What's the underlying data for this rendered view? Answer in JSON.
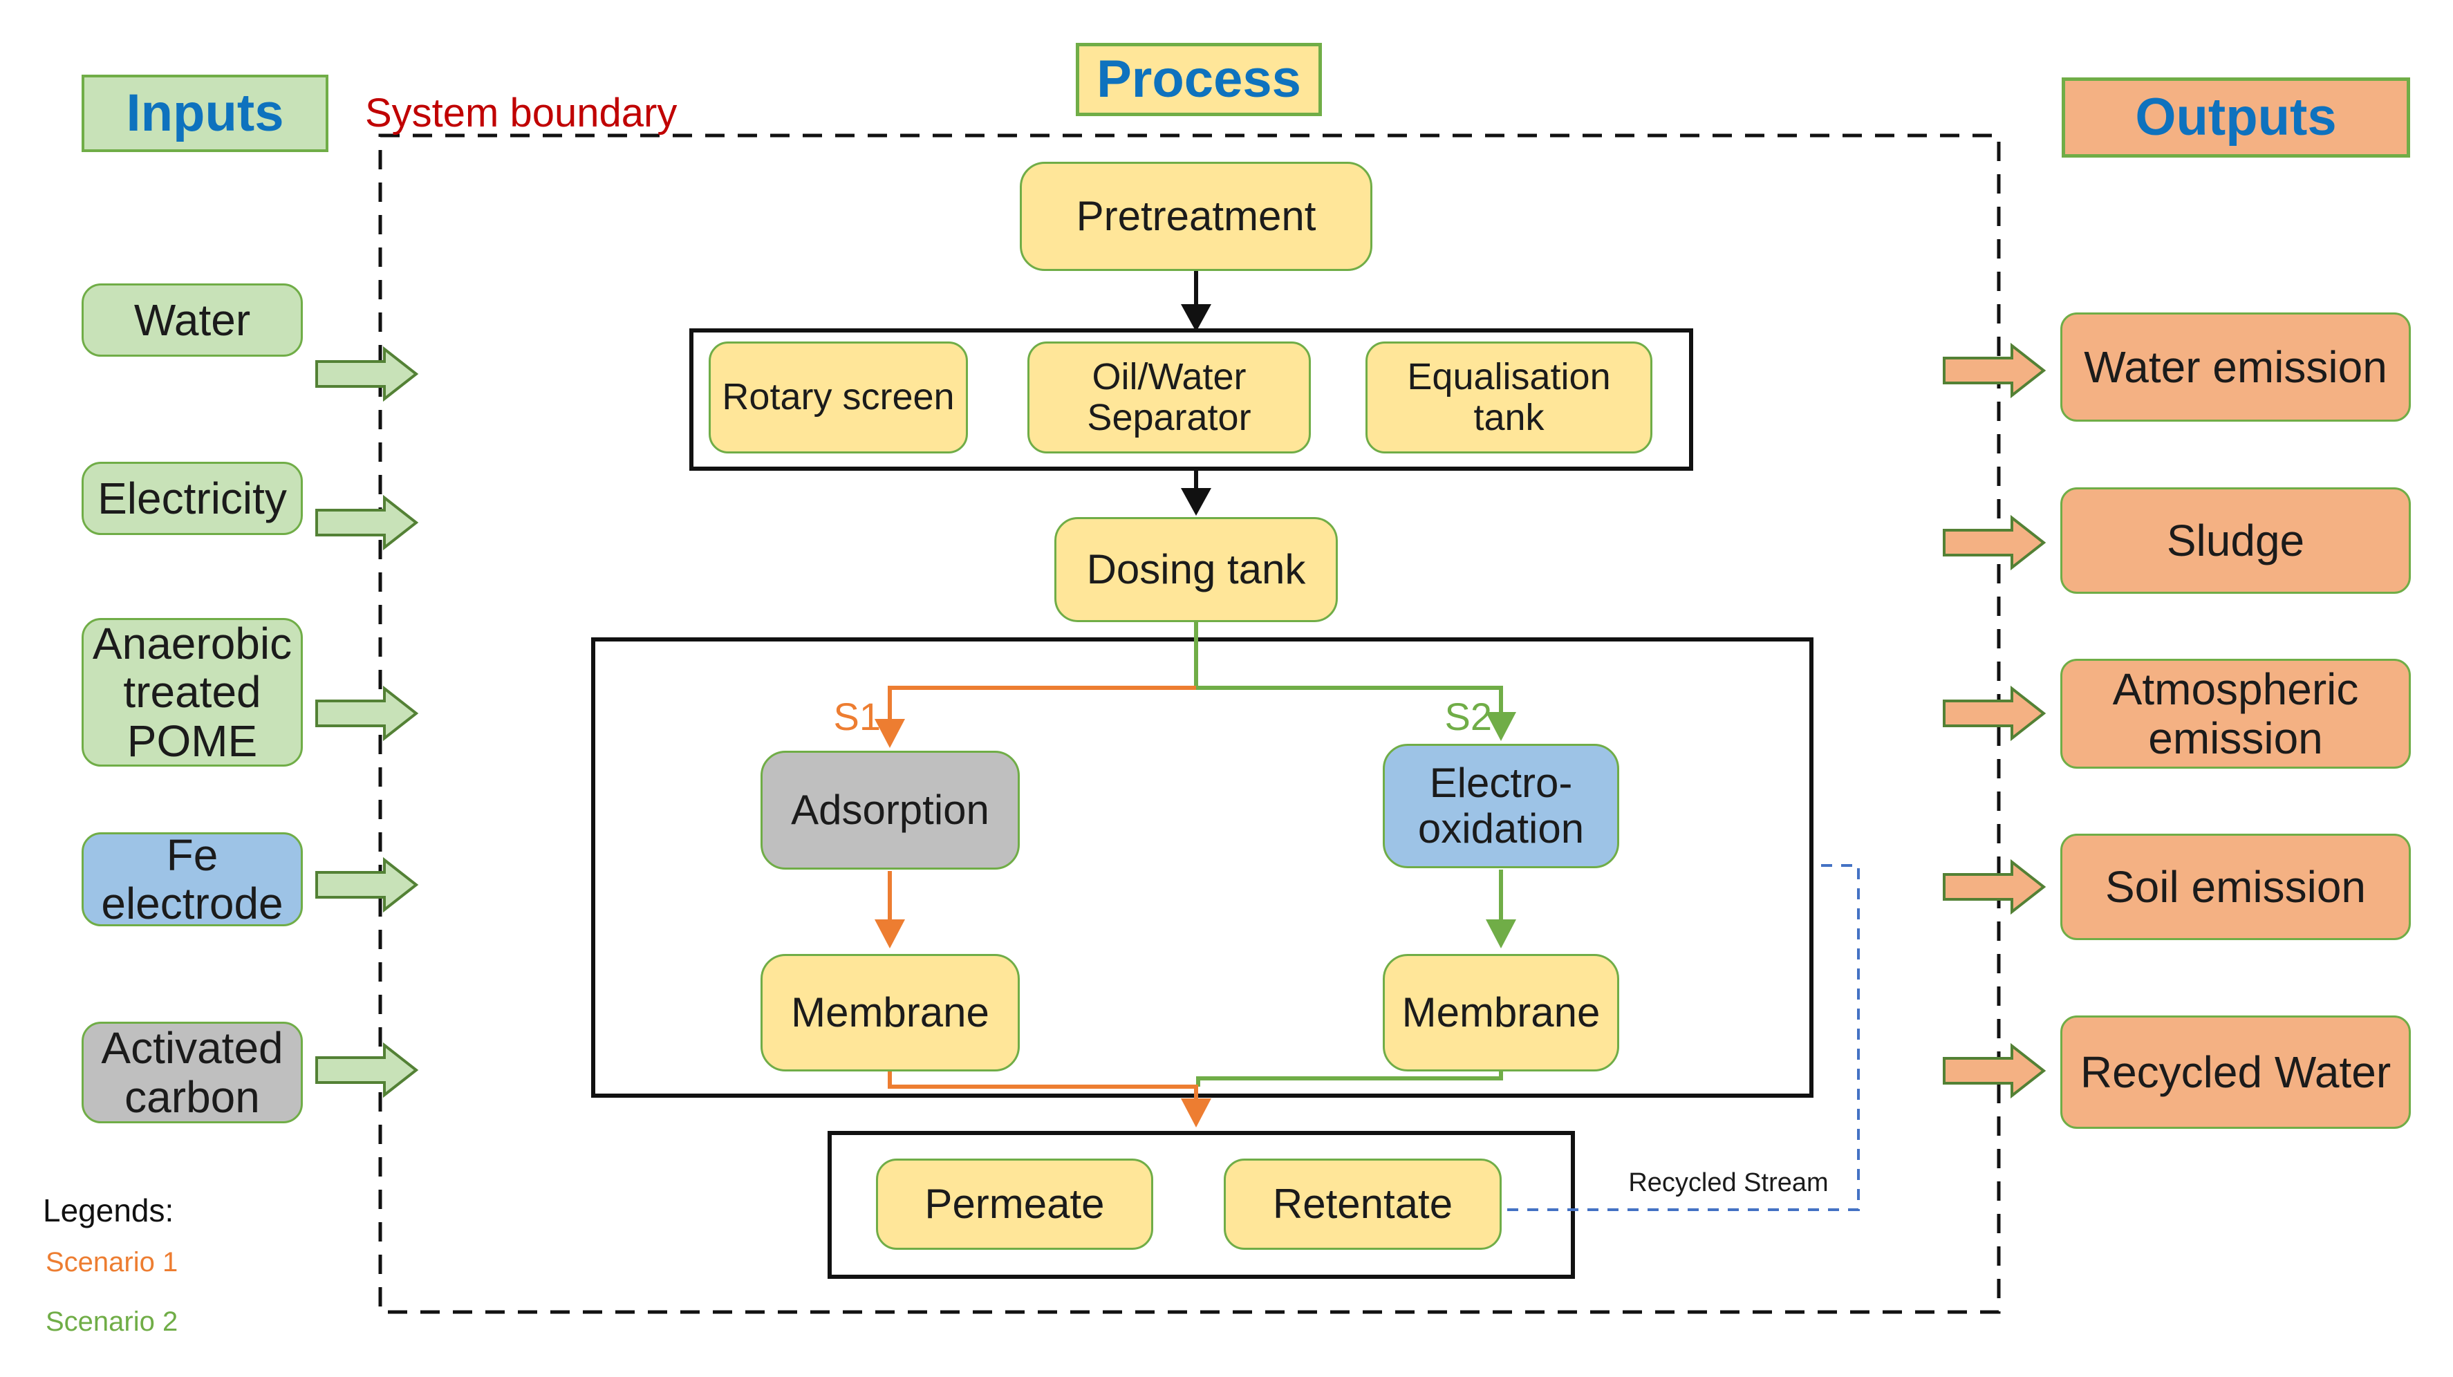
{
  "title": "POME treatment LCA system boundary diagram",
  "headers": {
    "inputs_label": "Inputs",
    "process_label": "Process",
    "outputs_label": "Outputs",
    "system_boundary_label": "System boundary"
  },
  "inputs": {
    "items": [
      "Water",
      "Electricity",
      "Anaerobic treated POME",
      "Fe electrode",
      "Activated carbon"
    ]
  },
  "outputs": {
    "items": [
      "Water emission",
      "Sludge",
      "Atmospheric emission",
      "Soil emission",
      "Recycled Water"
    ]
  },
  "process": {
    "pretreatment": "Pretreatment",
    "pretreatment_units": [
      "Rotary screen",
      "Oil/Water Separator",
      "Equalisation tank"
    ],
    "dosing_tank": "Dosing tank",
    "scenario1_label": "S1",
    "scenario2_label": "S2",
    "adsorption": "Adsorption",
    "electro_oxidation": "Electro-oxidation",
    "membrane_s1": "Membrane",
    "membrane_s2": "Membrane",
    "permeate": "Permeate",
    "retentate": "Retentate",
    "recycled_stream_label": "Recycled Stream"
  },
  "legend": {
    "title": "Legends:",
    "scenario1": "Scenario 1",
    "scenario2": "Scenario 2"
  },
  "colors": {
    "input_fill": "#c8e2b8",
    "box_border_green": "#70ad47",
    "arrow_border_green": "#538135",
    "output_fill": "#f4b183",
    "process_fill": "#ffe699",
    "blue_fill": "#9dc3e6",
    "gray_fill": "#bfbfbf",
    "header_text_blue": "#0e72be",
    "system_boundary_red": "#c00000",
    "scenario1_orange": "#ed7d31",
    "scenario2_green": "#70ad47",
    "recycled_stream_blue": "#4472c4",
    "flow_black": "#111111"
  }
}
